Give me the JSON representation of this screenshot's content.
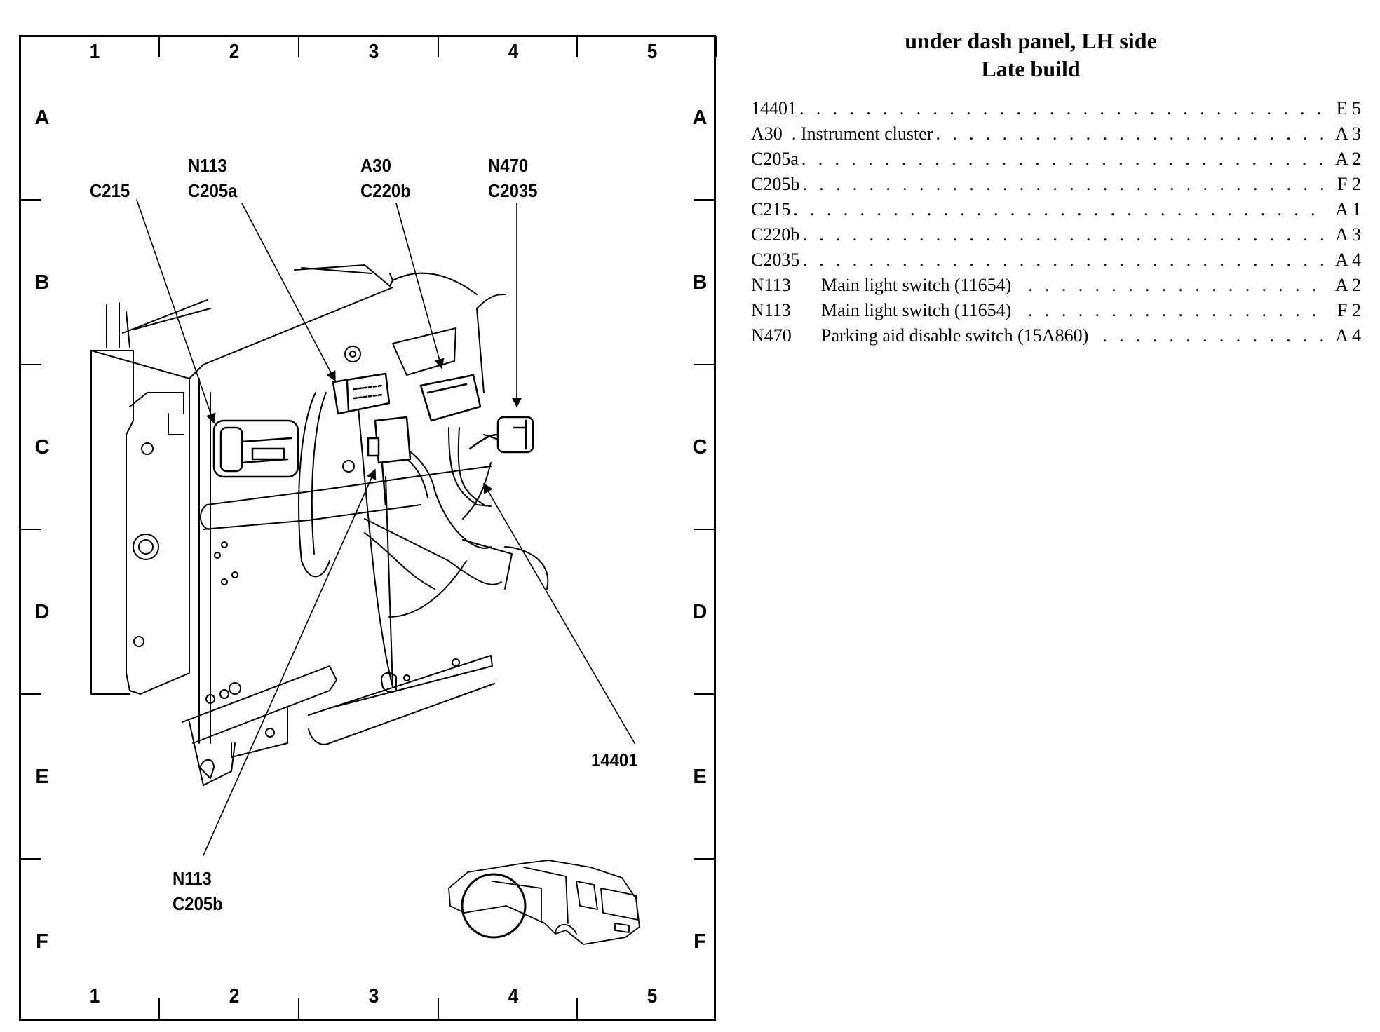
{
  "title": {
    "line1": "under dash panel, LH side",
    "line2": "Late build"
  },
  "grid": {
    "columns": [
      "1",
      "2",
      "3",
      "4",
      "5"
    ],
    "rows": [
      "A",
      "B",
      "C",
      "D",
      "E",
      "F"
    ]
  },
  "callouts": [
    {
      "id": "c215",
      "lines": [
        "C215"
      ]
    },
    {
      "id": "n113-c205a",
      "lines": [
        "N113",
        "C205a"
      ]
    },
    {
      "id": "a30-c220b",
      "lines": [
        "A30",
        "C220b"
      ]
    },
    {
      "id": "n470-c2035",
      "lines": [
        "N470",
        "C2035"
      ]
    },
    {
      "id": "14401",
      "lines": [
        "14401"
      ]
    },
    {
      "id": "n113-c205b",
      "lines": [
        "N113",
        "C205b"
      ]
    }
  ],
  "legend": [
    {
      "code": "14401",
      "description": "",
      "location": "E 5"
    },
    {
      "code": "A30",
      "description": ". Instrument cluster",
      "location": "A 3"
    },
    {
      "code": "C205a",
      "description": "",
      "location": "A 2"
    },
    {
      "code": "C205b",
      "description": "",
      "location": "F 2"
    },
    {
      "code": "C215",
      "description": "",
      "location": "A 1"
    },
    {
      "code": "C220b",
      "description": "",
      "location": "A 3"
    },
    {
      "code": "C2035",
      "description": "",
      "location": "A 4"
    },
    {
      "code": "N113",
      "description": "Main light switch (11654)",
      "location": "A 2"
    },
    {
      "code": "N113",
      "description": "Main light switch (11654)",
      "location": "F 2"
    },
    {
      "code": "N470",
      "description": "Parking aid disable switch (15A860)",
      "location": "A 4"
    }
  ],
  "inset": {
    "icon": "vehicle-locator-icon"
  }
}
